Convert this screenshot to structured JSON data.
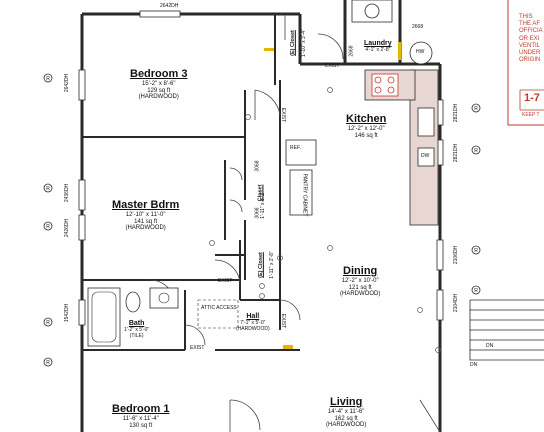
{
  "rooms": {
    "bedroom3": {
      "name": "Bedroom 3",
      "dims": "15'-2\" x 8'-6\"",
      "area": "129 sq ft",
      "floor": "(HARDWOOD)"
    },
    "master": {
      "name": "Master Bdrm",
      "dims": "12'-10\" x 11'-0\"",
      "area": "141 sq ft",
      "floor": "(HARDWOOD)"
    },
    "kitchen": {
      "name": "Kitchen",
      "dims": "12'-2\" x 12'-0\"",
      "area": "146 sq ft"
    },
    "dining": {
      "name": "Dining",
      "dims": "12'-2\" x 10'-0\"",
      "area": "121 sq ft",
      "floor": "(HARDWOOD)"
    },
    "living": {
      "name": "Living",
      "dims": "14'-4\" x 11'-6\"",
      "area": "162 sq ft",
      "floor": "(HARDWOOD)"
    },
    "bedroom1": {
      "name": "Bedroom 1",
      "dims": "11'-6\" x 11'-4\"",
      "area": "130 sq ft"
    },
    "bath": {
      "name": "Bath",
      "dims": "1'-2\" x 5'-0\"",
      "floor": "(TILE)"
    },
    "hall": {
      "name": "Hall",
      "dims": "7'-1\" x 5'-0\"",
      "floor": "(HARDWOOD)"
    },
    "laundry": {
      "name": "Laundry",
      "dims": "4'-1\" x 2'-8\""
    },
    "closet_master": {
      "name": "Closet",
      "dims": "1'-11\" x 6'-2\""
    }
  },
  "labels": {
    "exist": "EXIST",
    "ref": "REF.",
    "pantry": "PANTRY CABINET",
    "attic": "ATTIC ACCESS",
    "hw": "HW",
    "dw": "DW",
    "dn": "DN",
    "dn2": "DN",
    "lin_closet1": "(E) Closet",
    "lin_closet1_dims": "1'-10\" x 3'-4\"",
    "lin_closet2": "(E) Closet",
    "lin_closet2_dims": "1'-11\" x 2'-8\"",
    "d3068a": "3068",
    "d3068b": "3068"
  },
  "window_tags": {
    "top": "2642DH",
    "w_left1": "2642DH",
    "w_left2": "2436DH",
    "w_left3": "2426DH",
    "w_left4": "1542DH",
    "w_right1": "2821DH",
    "w_right2": "2821DH",
    "w_right3": "2106DH",
    "w_right4": "2104DH",
    "laundry_tag": "2668",
    "laundry_tag2": "2668"
  },
  "markers": {
    "m_l1": "R",
    "m_l2": "R",
    "m_l3": "R",
    "m_l4": "R",
    "m_l5": "R",
    "m_r1": "R",
    "m_r2": "R",
    "m_r3": "R",
    "m_r4": "R"
  },
  "notes": {
    "line1": "THIS",
    "line2": "THE AF",
    "line3": "OFFICIA",
    "line4": "OR EXI",
    "line5": "VENTIL",
    "line6": "UNDER",
    "line7": "ORIGIN",
    "stamp": "1-7",
    "keep": "KEEP T"
  },
  "colors": {
    "wall": "#2a2a2a",
    "accent_red": "#c0392b",
    "counter": "#e8d6d2",
    "yellow": "#e8b400"
  }
}
